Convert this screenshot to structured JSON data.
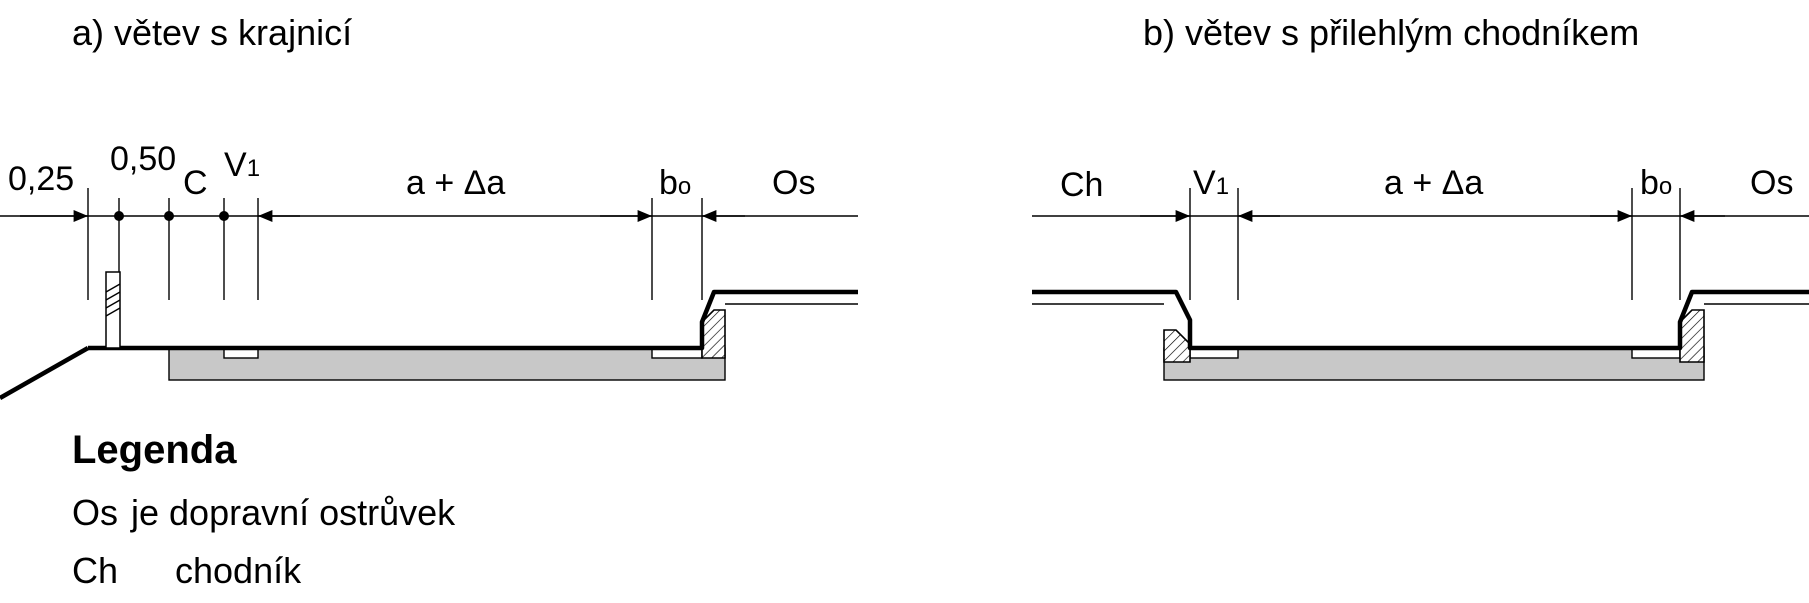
{
  "titles": {
    "a": "a) větev s krajnicí",
    "b": "b) větev s přilehlým chodníkem"
  },
  "section_a": {
    "d1": "0,25",
    "d2": "0,50",
    "c": "C",
    "v": "V",
    "v_sub": "1",
    "a_da": "a + Δa",
    "b": "b",
    "b_sub": "o",
    "os": "Os"
  },
  "section_b": {
    "ch": "Ch",
    "v": "V",
    "v_sub": "1",
    "a_da": "a + Δa",
    "b": "b",
    "b_sub": "o",
    "os": "Os"
  },
  "legend": {
    "heading": "Legenda",
    "row1_abbr": "Os",
    "row1_text": "je dopravní ostrůvek",
    "row2_abbr": "Ch",
    "row2_text": "chodník"
  }
}
